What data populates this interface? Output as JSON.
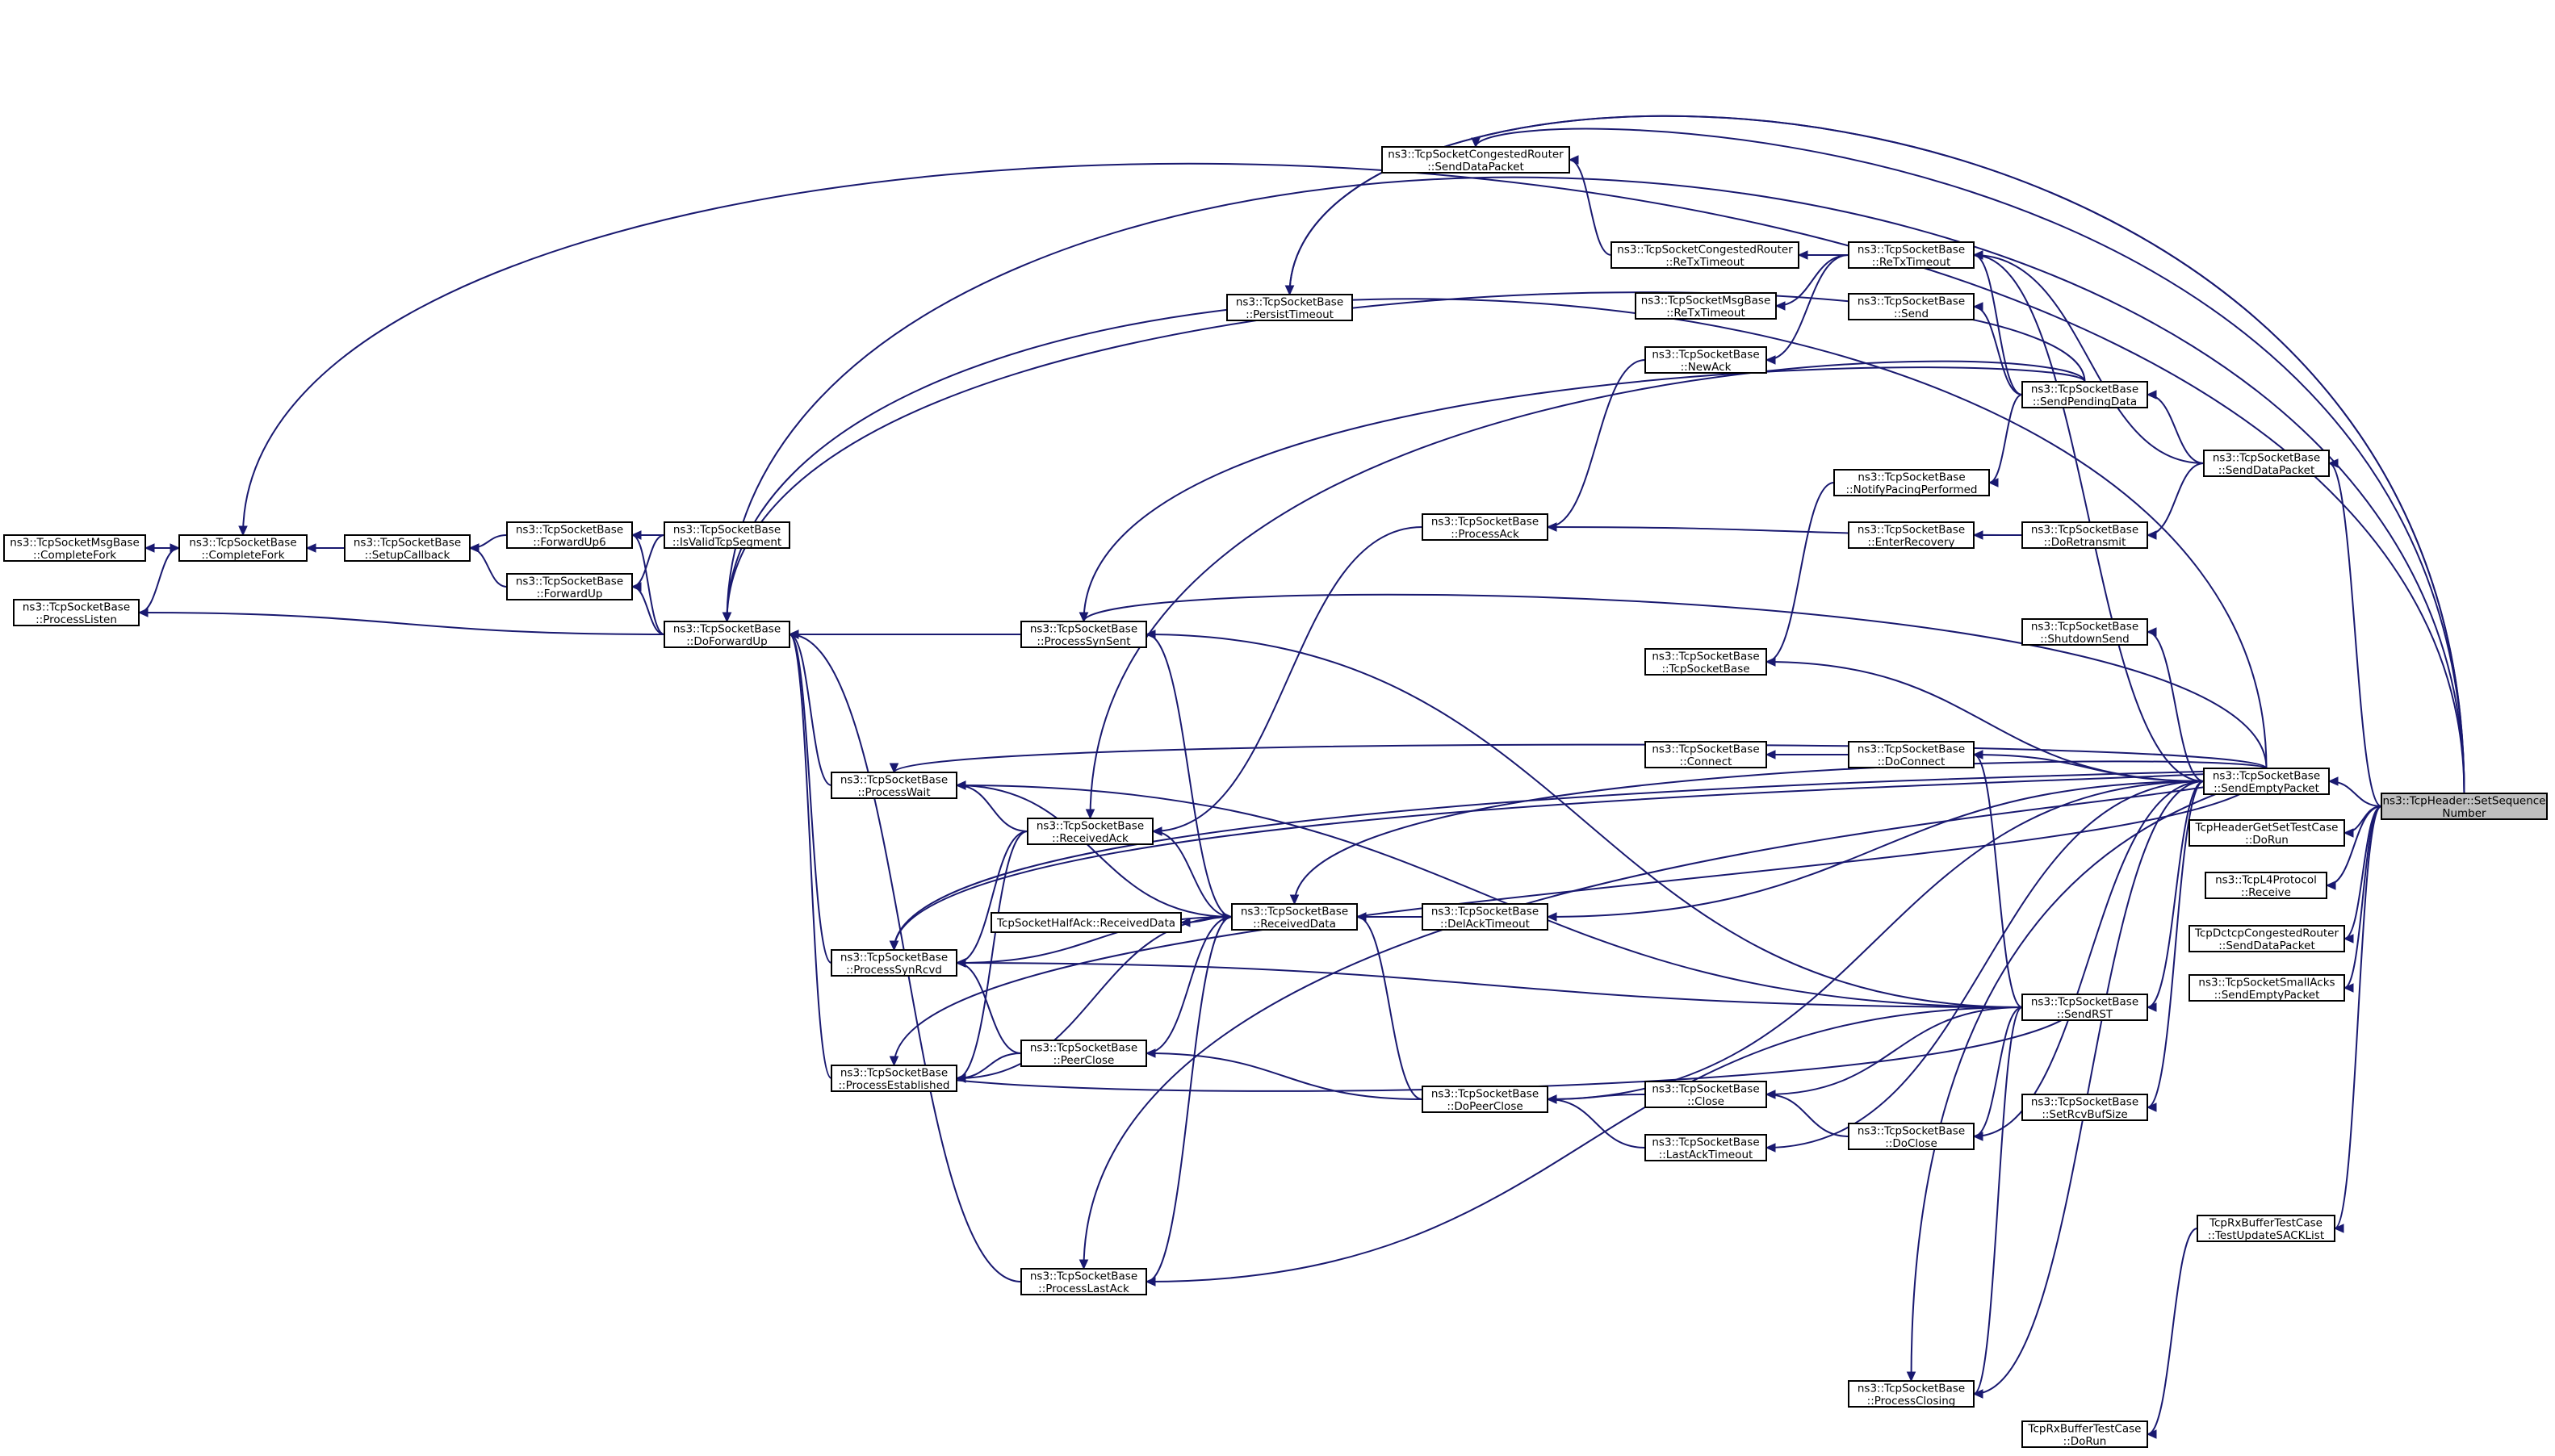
{
  "diagram": {
    "colors": {
      "edge": "#191970",
      "node_border": "#000000",
      "node_fill": "#ffffff",
      "node_border_incomplete": "#ff0000",
      "focus_fill": "#bfbfbf"
    },
    "nodes": [
      {
        "id": "fork_msg",
        "lines": [
          "ns3::TcpSocketMsgBase",
          "::CompleteFork"
        ],
        "style": "normal"
      },
      {
        "id": "fork_base",
        "lines": [
          "ns3::TcpSocketBase",
          "::CompleteFork"
        ],
        "style": "normal"
      },
      {
        "id": "setup_cb",
        "lines": [
          "ns3::TcpSocketBase",
          "::SetupCallback"
        ],
        "style": "incomplete"
      },
      {
        "id": "fwd6",
        "lines": [
          "ns3::TcpSocketBase",
          "::ForwardUp6"
        ],
        "style": "normal"
      },
      {
        "id": "fwd",
        "lines": [
          "ns3::TcpSocketBase",
          "::ForwardUp"
        ],
        "style": "normal"
      },
      {
        "id": "isvalid",
        "lines": [
          "ns3::TcpSocketBase",
          "::IsValidTcpSegment"
        ],
        "style": "normal"
      },
      {
        "id": "plisten",
        "lines": [
          "ns3::TcpSocketBase",
          "::ProcessListen"
        ],
        "style": "normal"
      },
      {
        "id": "dofwd",
        "lines": [
          "ns3::TcpSocketBase",
          "::DoForwardUp"
        ],
        "style": "normal"
      },
      {
        "id": "synsent",
        "lines": [
          "ns3::TcpSocketBase",
          "::ProcessSynSent"
        ],
        "style": "normal"
      },
      {
        "id": "pwait",
        "lines": [
          "ns3::TcpSocketBase",
          "::ProcessWait"
        ],
        "style": "normal"
      },
      {
        "id": "recack",
        "lines": [
          "ns3::TcpSocketBase",
          "::ReceivedAck"
        ],
        "style": "incomplete"
      },
      {
        "id": "synrcvd",
        "lines": [
          "ns3::TcpSocketBase",
          "::ProcessSynRcvd"
        ],
        "style": "normal"
      },
      {
        "id": "estab",
        "lines": [
          "ns3::TcpSocketBase",
          "::ProcessEstablished"
        ],
        "style": "normal"
      },
      {
        "id": "halfack",
        "lines": [
          "TcpSocketHalfAck::ReceivedData"
        ],
        "style": "normal"
      },
      {
        "id": "recdata",
        "lines": [
          "ns3::TcpSocketBase",
          "::ReceivedData"
        ],
        "style": "normal"
      },
      {
        "id": "peerclose",
        "lines": [
          "ns3::TcpSocketBase",
          "::PeerClose"
        ],
        "style": "normal"
      },
      {
        "id": "lastack",
        "lines": [
          "ns3::TcpSocketBase",
          "::ProcessLastAck"
        ],
        "style": "normal"
      },
      {
        "id": "persist",
        "lines": [
          "ns3::TcpSocketBase",
          "::PersistTimeout"
        ],
        "style": "normal"
      },
      {
        "id": "cr_send",
        "lines": [
          "ns3::TcpSocketCongestedRouter",
          "::SendDataPacket"
        ],
        "style": "normal"
      },
      {
        "id": "pack",
        "lines": [
          "ns3::TcpSocketBase",
          "::ProcessAck"
        ],
        "style": "normal"
      },
      {
        "id": "delack",
        "lines": [
          "ns3::TcpSocketBase",
          "::DelAckTimeout"
        ],
        "style": "normal"
      },
      {
        "id": "dopeer",
        "lines": [
          "ns3::TcpSocketBase",
          "::DoPeerClose"
        ],
        "style": "normal"
      },
      {
        "id": "cr_retx",
        "lines": [
          "ns3::TcpSocketCongestedRouter",
          "::ReTxTimeout"
        ],
        "style": "normal"
      },
      {
        "id": "msg_retx",
        "lines": [
          "ns3::TcpSocketMsgBase",
          "::ReTxTimeout"
        ],
        "style": "normal"
      },
      {
        "id": "newack",
        "lines": [
          "ns3::TcpSocketBase",
          "::NewAck"
        ],
        "style": "normal"
      },
      {
        "id": "tcpsock",
        "lines": [
          "ns3::TcpSocketBase",
          "::TcpSocketBase"
        ],
        "style": "normal"
      },
      {
        "id": "connect",
        "lines": [
          "ns3::TcpSocketBase",
          "::Connect"
        ],
        "style": "normal"
      },
      {
        "id": "close",
        "lines": [
          "ns3::TcpSocketBase",
          "::Close"
        ],
        "style": "normal"
      },
      {
        "id": "lastackto",
        "lines": [
          "ns3::TcpSocketBase",
          "::LastAckTimeout"
        ],
        "style": "normal"
      },
      {
        "id": "retx",
        "lines": [
          "ns3::TcpSocketBase",
          "::ReTxTimeout"
        ],
        "style": "normal"
      },
      {
        "id": "send",
        "lines": [
          "ns3::TcpSocketBase",
          "::Send"
        ],
        "style": "incomplete"
      },
      {
        "id": "pacing",
        "lines": [
          "ns3::TcpSocketBase",
          "::NotifyPacingPerformed"
        ],
        "style": "normal"
      },
      {
        "id": "enterrec",
        "lines": [
          "ns3::TcpSocketBase",
          "::EnterRecovery"
        ],
        "style": "incomplete"
      },
      {
        "id": "doconnect",
        "lines": [
          "ns3::TcpSocketBase",
          "::DoConnect"
        ],
        "style": "normal"
      },
      {
        "id": "doclose",
        "lines": [
          "ns3::TcpSocketBase",
          "::DoClose"
        ],
        "style": "normal"
      },
      {
        "id": "pclosing",
        "lines": [
          "ns3::TcpSocketBase",
          "::ProcessClosing"
        ],
        "style": "normal"
      },
      {
        "id": "sendpend",
        "lines": [
          "ns3::TcpSocketBase",
          "::SendPendingData"
        ],
        "style": "normal"
      },
      {
        "id": "doretx",
        "lines": [
          "ns3::TcpSocketBase",
          "::DoRetransmit"
        ],
        "style": "normal"
      },
      {
        "id": "shutdown",
        "lines": [
          "ns3::TcpSocketBase",
          "::ShutdownSend"
        ],
        "style": "normal"
      },
      {
        "id": "sendrst",
        "lines": [
          "ns3::TcpSocketBase",
          "::SendRST"
        ],
        "style": "normal"
      },
      {
        "id": "setrcv",
        "lines": [
          "ns3::TcpSocketBase",
          "::SetRcvBufSize"
        ],
        "style": "normal"
      },
      {
        "id": "rxdorun",
        "lines": [
          "TcpRxBufferTestCase",
          "::DoRun"
        ],
        "style": "normal"
      },
      {
        "id": "senddata",
        "lines": [
          "ns3::TcpSocketBase",
          "::SendDataPacket"
        ],
        "style": "normal"
      },
      {
        "id": "sendempty",
        "lines": [
          "ns3::TcpSocketBase",
          "::SendEmptyPacket"
        ],
        "style": "normal"
      },
      {
        "id": "hdrtest",
        "lines": [
          "TcpHeaderGetSetTestCase",
          "::DoRun"
        ],
        "style": "normal"
      },
      {
        "id": "l4recv",
        "lines": [
          "ns3::TcpL4Protocol",
          "::Receive"
        ],
        "style": "normal"
      },
      {
        "id": "dctcp",
        "lines": [
          "TcpDctcpCongestedRouter",
          "::SendDataPacket"
        ],
        "style": "normal"
      },
      {
        "id": "smallacks",
        "lines": [
          "ns3::TcpSocketSmallAcks",
          "::SendEmptyPacket"
        ],
        "style": "normal"
      },
      {
        "id": "sack",
        "lines": [
          "TcpRxBufferTestCase",
          "::TestUpdateSACKList"
        ],
        "style": "normal"
      },
      {
        "id": "focus",
        "lines": [
          "ns3::TcpHeader::SetSequence",
          "Number"
        ],
        "style": "focus"
      }
    ]
  }
}
